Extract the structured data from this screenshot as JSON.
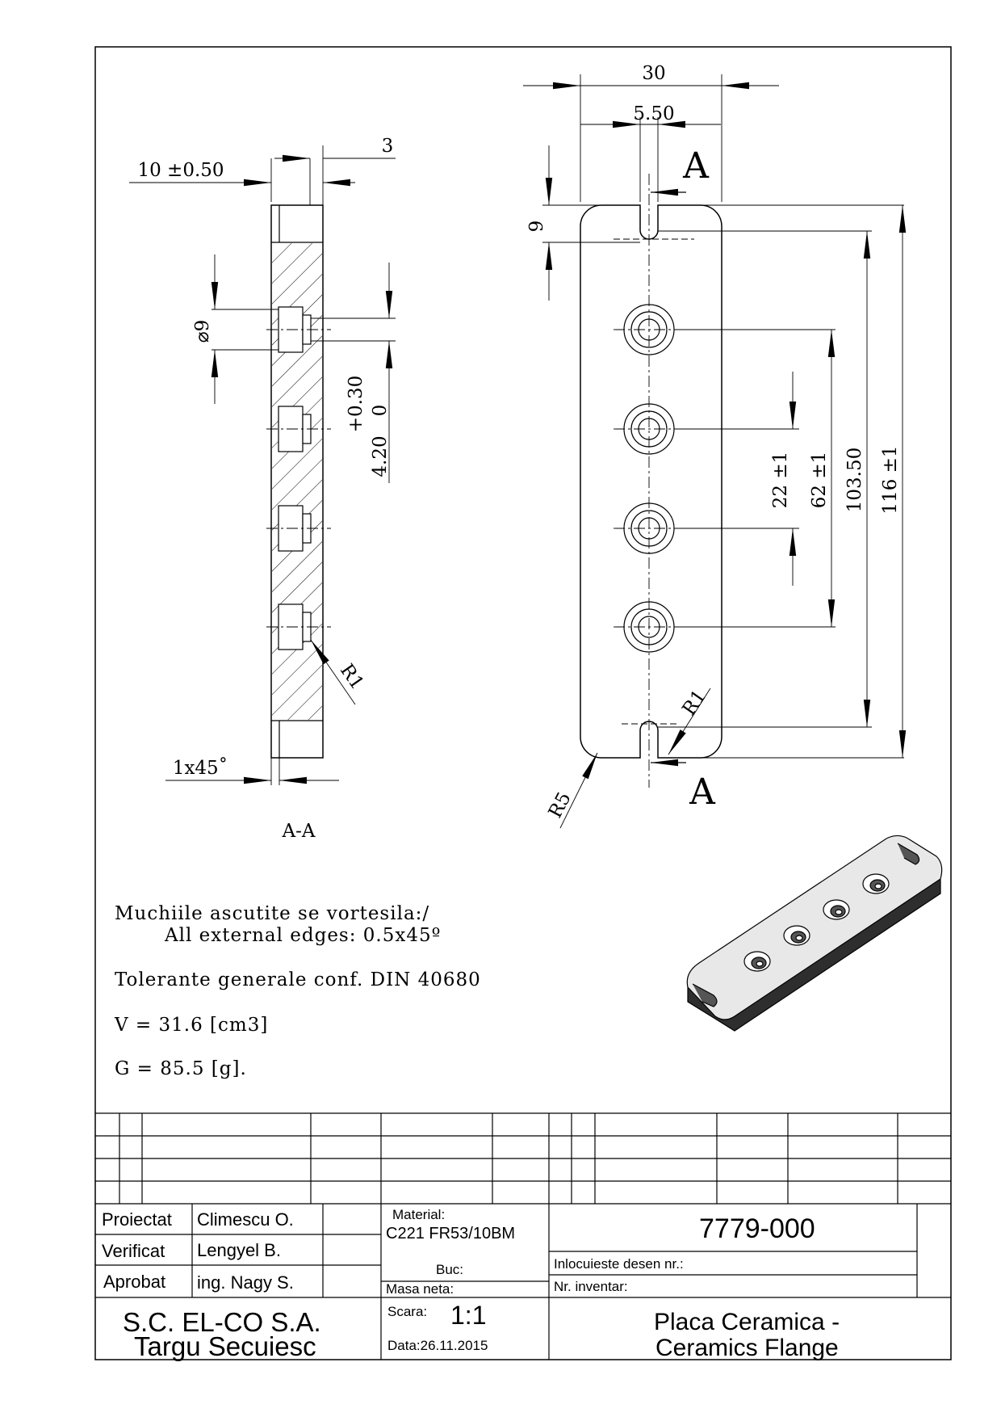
{
  "drawing": {
    "dims": {
      "width_30": "30",
      "slot_5_50": "5.50",
      "thk_3": "3",
      "thk_10": "10 ±0.50",
      "slot_9": "9",
      "dia_9": "⌀9",
      "hole_tol_plus": "+0.30",
      "hole_tol_zero": "0",
      "hole_depth": "4.20",
      "pitch_22": "22 ±1",
      "pitch_62": "62 ±1",
      "len_103_50": "103.50",
      "len_116": "116 ±1",
      "r1_section": "R1",
      "r1_front": "R1",
      "r5": "R5",
      "chamfer": "1x45˚"
    },
    "section_letter_top": "A",
    "section_letter_bottom": "A",
    "section_label": "A-A"
  },
  "notes": {
    "line1": "Muchiile ascutite se vortesila:/",
    "line2": "All external edges: 0.5x45º",
    "line3": "Tolerante generale conf. DIN 40680",
    "line4": "V = 31.6 [cm3]",
    "line5": "G = 85.5 [g]."
  },
  "title_block": {
    "proiectat_label": "Proiectat",
    "proiectat_name": "Climescu O.",
    "verificat_label": "Verificat",
    "verificat_name": "Lengyel B.",
    "aprobat_label": "Aprobat",
    "aprobat_name": "ing. Nagy S.",
    "material_label": "Material:",
    "material_value": "C221 FR53/10BM",
    "buc_label": "Buc:",
    "masa_label": "Masa neta:",
    "drawing_number": "7779-000",
    "replaces_label": "Inlocuieste desen nr.:",
    "inventory_label": "Nr. inventar:",
    "company_line1": "S.C. EL-CO S.A.",
    "company_line2": "Targu Secuiesc",
    "scale_label": "Scara:",
    "scale_value": "1:1",
    "date_label": "Data:26.11.2015",
    "title_line1": "Placa Ceramica -",
    "title_line2": "Ceramics Flange"
  }
}
